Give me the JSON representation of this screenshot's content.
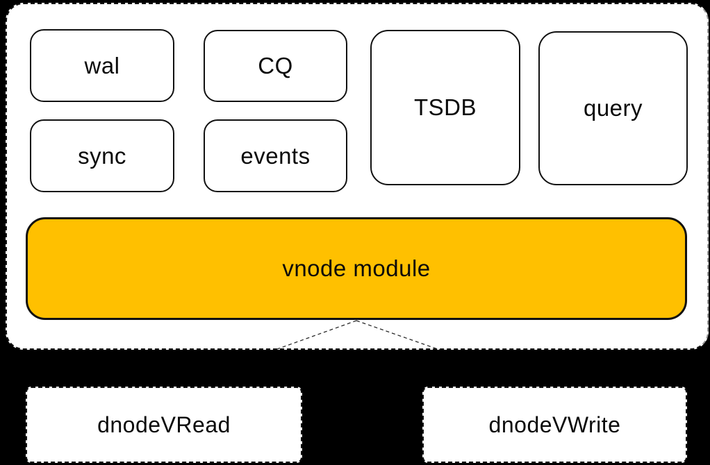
{
  "colors": {
    "background": "#000000",
    "surface": "#ffffff",
    "accent": "#ffc000",
    "line": "#111111"
  },
  "group": {
    "modules": [
      {
        "label": "wal"
      },
      {
        "label": "CQ"
      },
      {
        "label": "sync"
      },
      {
        "label": "events"
      },
      {
        "label": "TSDB"
      },
      {
        "label": "query"
      }
    ],
    "main_module": {
      "label": "vnode module"
    }
  },
  "external": [
    {
      "label": "dnodeVRead"
    },
    {
      "label": "dnodeVWrite"
    }
  ]
}
